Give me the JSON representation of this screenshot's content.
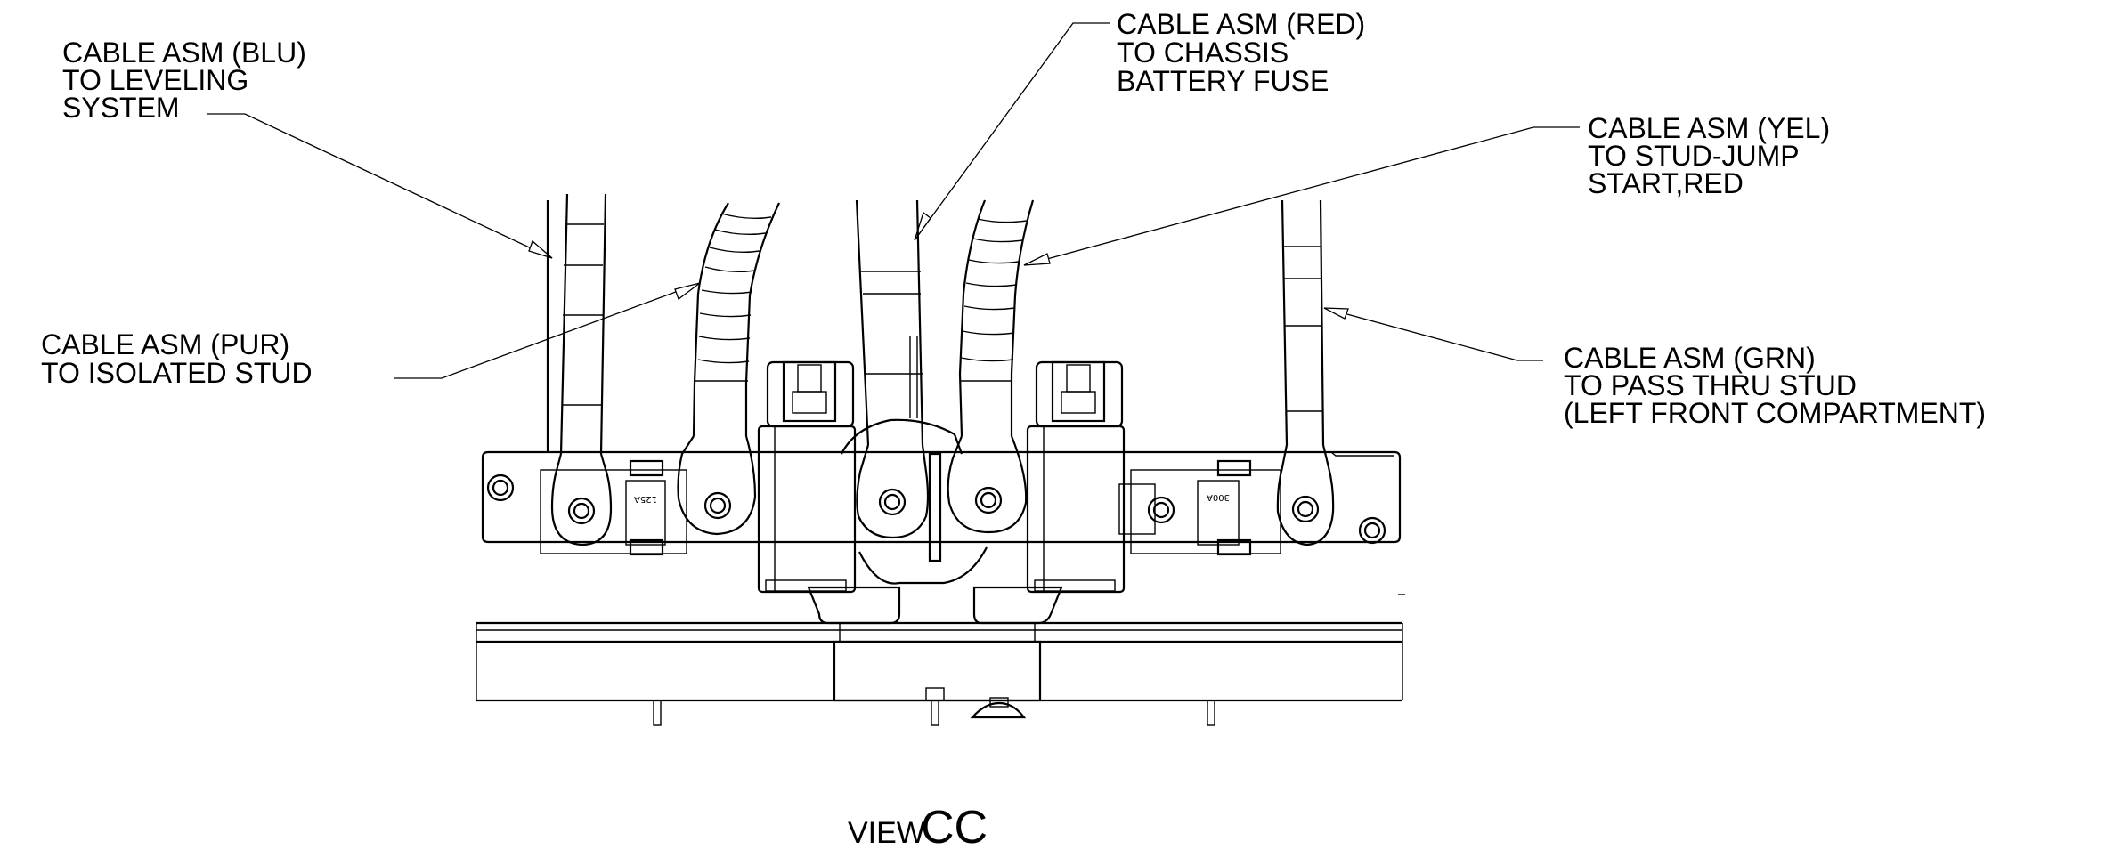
{
  "callouts": {
    "blu": [
      "CABLE ASM (BLU)",
      "TO LEVELING",
      "SYSTEM"
    ],
    "red": [
      "CABLE ASM (RED)",
      "TO CHASSIS",
      "BATTERY FUSE"
    ],
    "yel": [
      "CABLE ASM (YEL)",
      "TO STUD-JUMP",
      "START,RED"
    ],
    "pur": [
      "CABLE ASM (PUR)",
      "TO ISOLATED STUD"
    ],
    "grn": [
      "CABLE ASM (GRN)",
      "TO PASS THRU STUD",
      "(LEFT FRONT COMPARTMENT)"
    ]
  },
  "fuse_labels": {
    "left": "125A",
    "right": "300A"
  },
  "view_title": {
    "prefix": "VIEW",
    "letters": "CC"
  }
}
